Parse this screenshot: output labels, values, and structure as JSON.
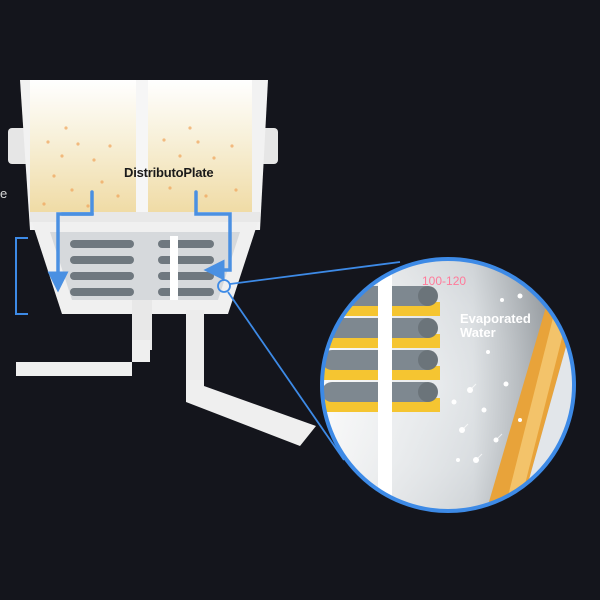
{
  "labels": {
    "distribution_plate": "DistributoPlate",
    "temperature_range": "100-120",
    "evaporated_water_line1": "Evaporated",
    "evaporated_water_line2": "Water",
    "left_edge_glyph": "e"
  },
  "colors": {
    "background": "#14151c",
    "housing": "#f2f2f2",
    "granules": "#f0e3b8",
    "flow_arrow": "#4a90e2",
    "heater_band": "#f5c531",
    "coil": "#7e8890",
    "lens_ring": "#3d8ae6",
    "drying_layer": "#e8a33a",
    "temperature_text": "#ff7a9a"
  }
}
